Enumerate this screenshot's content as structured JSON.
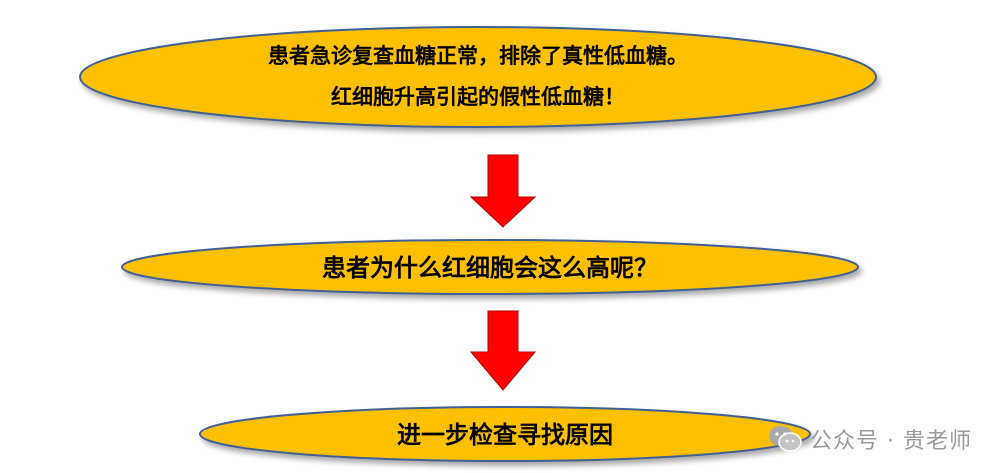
{
  "nodes": [
    {
      "lines": [
        "患者急诊复查血糖正常，排除了真性低血糖。",
        "红细胞升高引起的假性低血糖！"
      ]
    },
    {
      "lines": [
        "患者为什么红细胞会这么高呢？"
      ]
    },
    {
      "lines": [
        "进一步检查寻找原因"
      ]
    }
  ],
  "colors": {
    "ellipse_fill": "#FFC000",
    "ellipse_stroke": "#3F5F94",
    "arrow": "#FF0000",
    "text": "#000000"
  },
  "watermark": {
    "icon": "wechat-icon",
    "text": "公众号 · 贵老师"
  }
}
